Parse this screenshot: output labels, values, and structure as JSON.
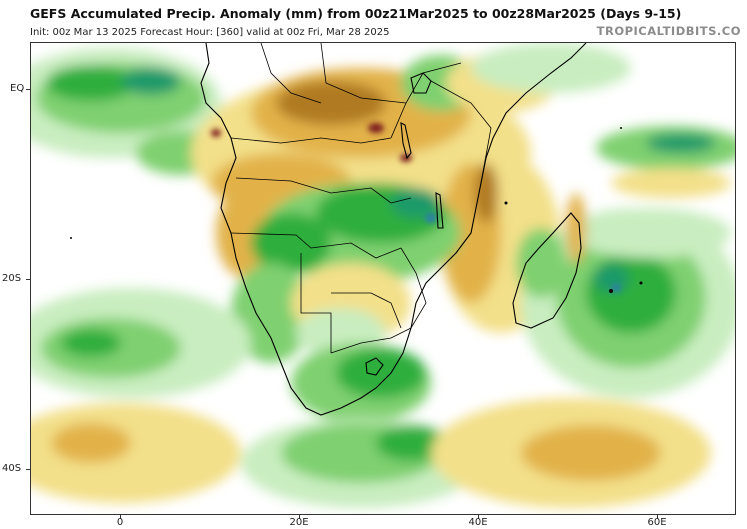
{
  "header": {
    "title": "GEFS Accumulated Precip. Anomaly (mm) from 00z21Mar2025 to 00z28Mar2025 (Days 9-15)",
    "subtitle": "Init: 00z Mar 13 2025   Forecast Hour: [360]   valid at 00z Fri, Mar 28 2025",
    "brand": "TROPICALTIDBITS.CO"
  },
  "axes": {
    "lat_labels": [
      "EQ",
      "20S",
      "40S"
    ],
    "lon_labels": [
      "0",
      "20E",
      "40E",
      "60E"
    ]
  },
  "colors": {
    "dry_light": "#f3e08a",
    "dry_mid": "#e2b24a",
    "dry_dark": "#b07a22",
    "dry_extreme": "#7a1f1f",
    "wet_light": "#c9edc0",
    "wet_mid": "#7fd06f",
    "wet_strong": "#2fae3c",
    "wet_deep": "#1d9a6a",
    "wet_extreme": "#2a7fa8",
    "border": "#000000",
    "frame": "#333333"
  }
}
